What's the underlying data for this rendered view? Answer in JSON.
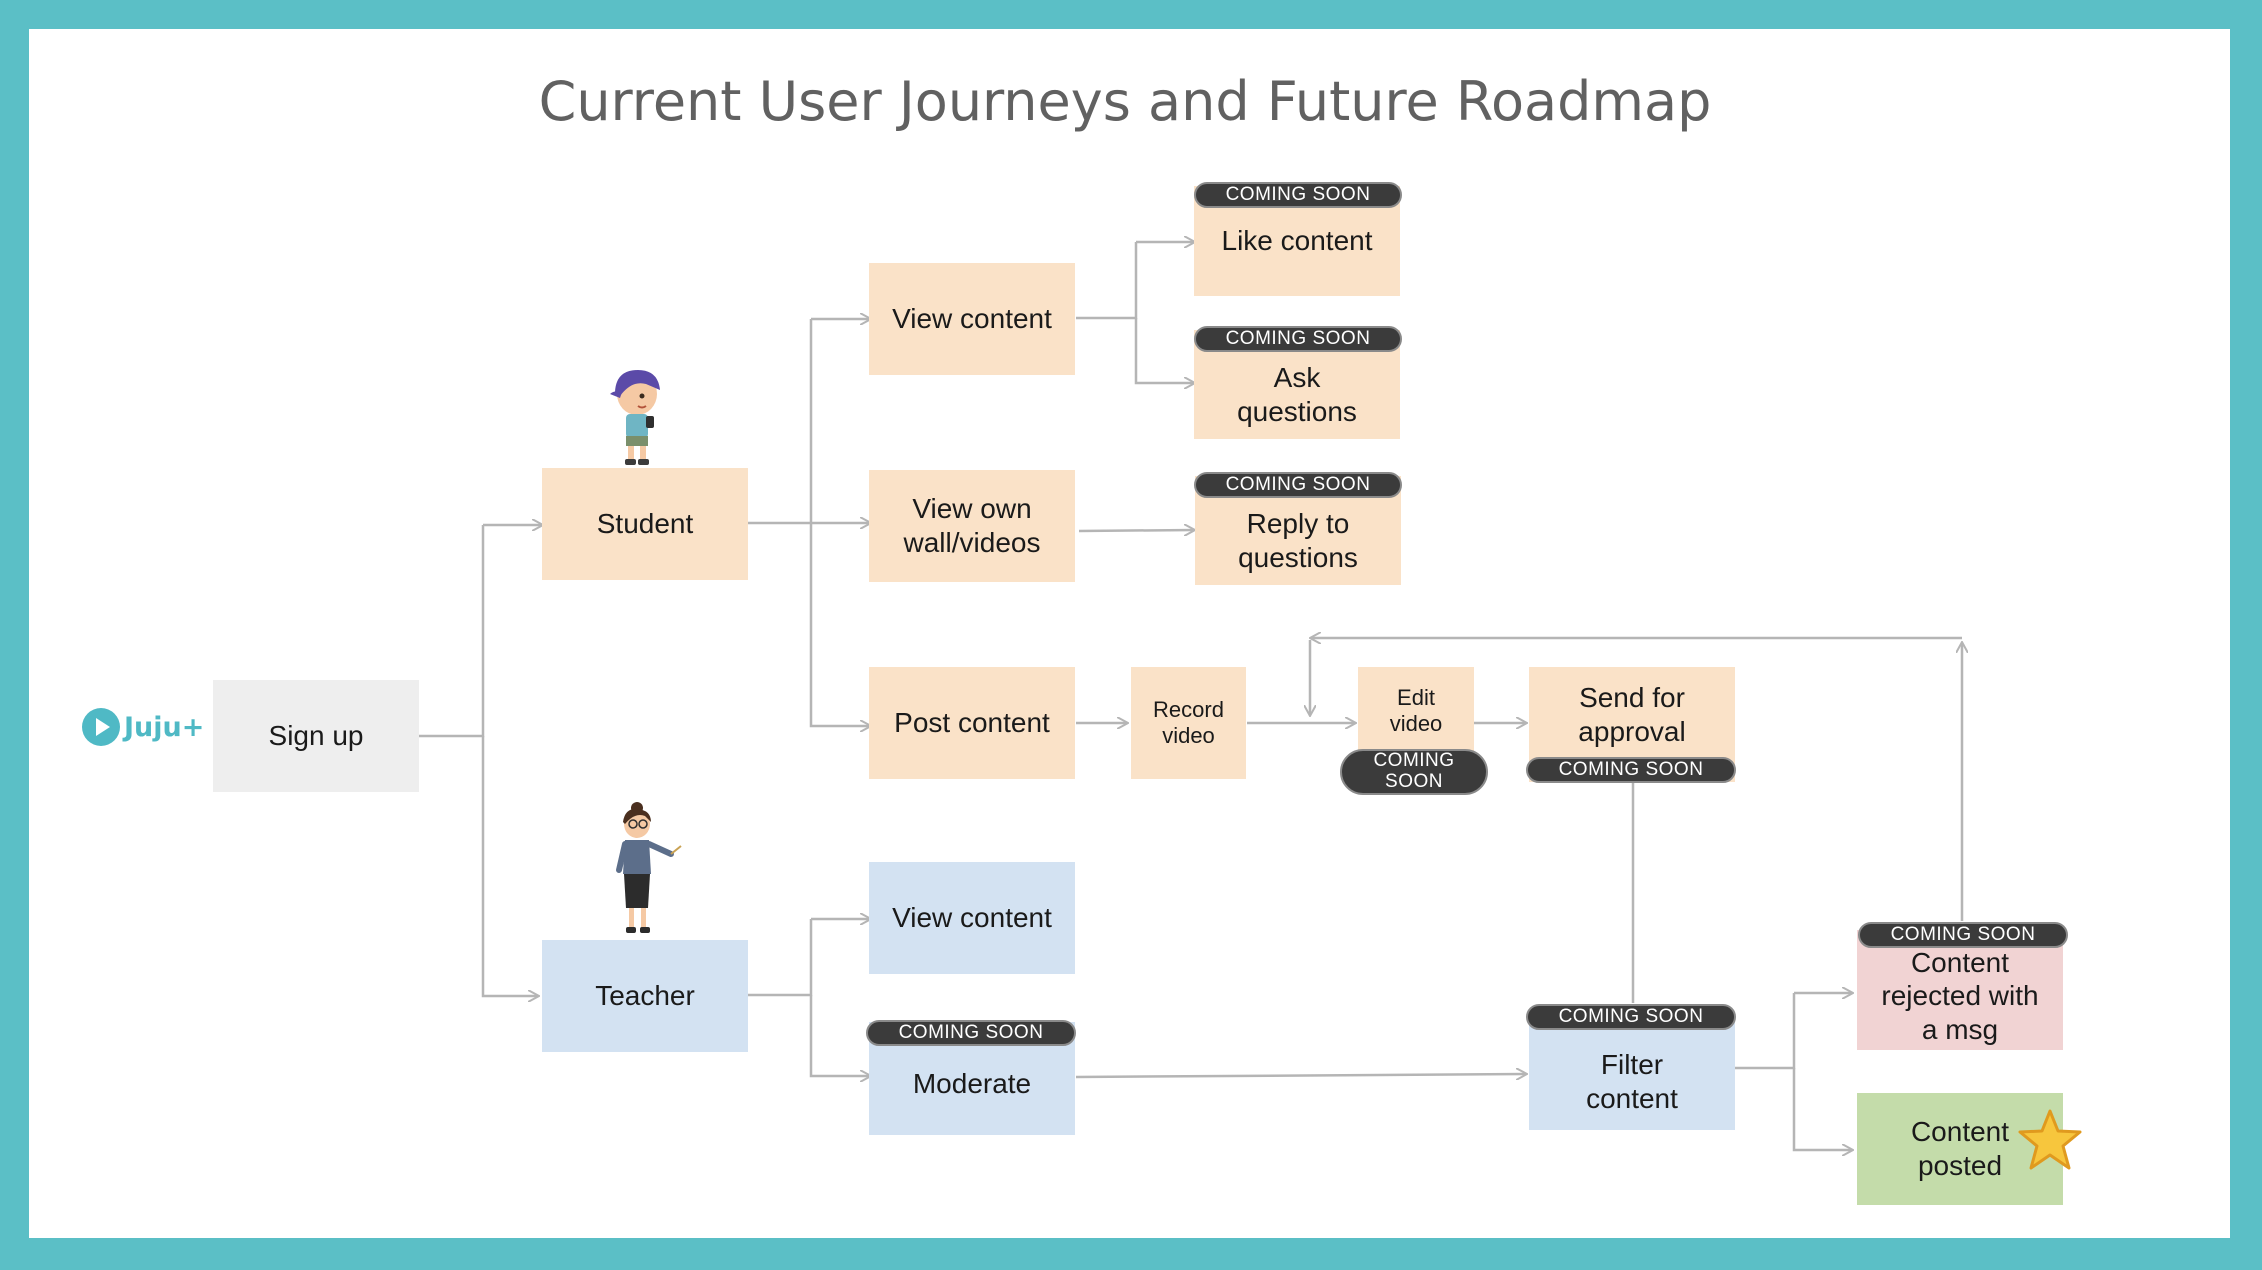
{
  "title": "Current User Journeys and Future Roadmap",
  "logo": {
    "text": "Juju+",
    "icon": "play-icon"
  },
  "badge_text": "COMING SOON",
  "badge_text_two_line": "COMING\nSOON",
  "nodes": {
    "sign_up": "Sign up",
    "student": "Student",
    "teacher": "Teacher",
    "view_content_student": "View content",
    "view_own_wall": "View own wall/videos",
    "post_content": "Post content",
    "like_content": "Like content",
    "ask_questions": "Ask questions",
    "reply_questions": "Reply to questions",
    "record_video": "Record video",
    "edit_video": "Edit video",
    "send_approval": "Send for approval",
    "view_content_teacher": "View content",
    "moderate": "Moderate",
    "filter_content": "Filter content",
    "content_rejected": "Content rejected with a msg",
    "content_posted": "Content posted"
  },
  "colors": {
    "frame": "#5bbfc6",
    "student_nodes": "#fae2c8",
    "teacher_nodes": "#d3e2f2",
    "sign_up": "#eeeeee",
    "rejected": "#f1d3d3",
    "posted": "#c4dcaa",
    "badge": "#3b3b3b",
    "arrows": "#b5b5b5"
  },
  "icons": [
    "student-illustration",
    "teacher-illustration",
    "star-icon"
  ]
}
